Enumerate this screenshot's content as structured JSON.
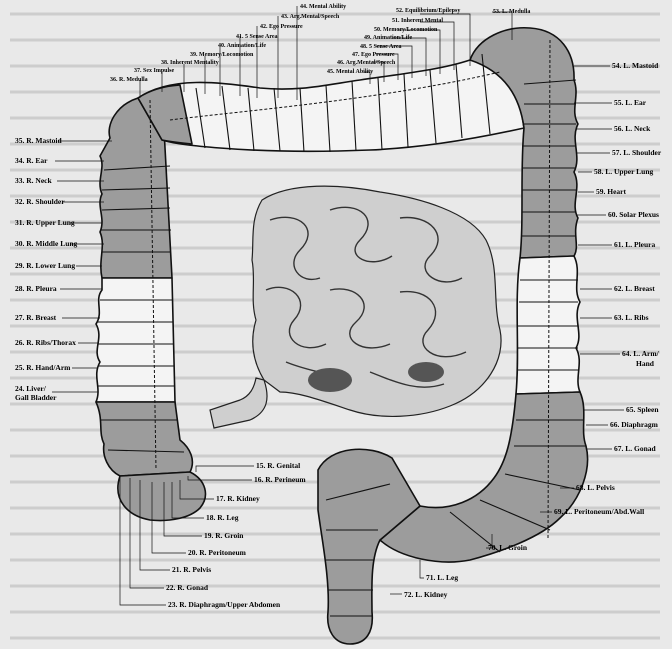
{
  "diagram": {
    "colors": {
      "grey_zone": "#9c9c9c",
      "white_zone": "#f4f4f4",
      "outline": "#111111",
      "small_intestine": "#cfcfcf",
      "background": "#e9e9e9"
    },
    "top_labels": [
      "44. Mental Ability",
      "43. Arg.Mental/Speech",
      "42. Ego Pressure",
      "41. 5 Sense Area",
      "40. Animation/Life",
      "39. Memory/Locomotion",
      "38. Inherent Mentality",
      "37. Sex Impulse",
      "36. R. Medulla",
      "52. Equilibrium/Epilepsy",
      "53. L. Medulla",
      "51. Inherent Mental",
      "50. Memory/Locomotion",
      "49. Animation/Life",
      "48. 5 Sense Area",
      "47. Ego Pressure",
      "46. Arg.Mental/Speech",
      "45. Mental Ability"
    ],
    "left_labels": [
      "35. R. Mastoid",
      "34. R. Ear",
      "33. R. Neck",
      "32. R. Shoulder",
      "31. R. Upper Lung",
      "30. R. Middle Lung",
      "29. R. Lower Lung",
      "28. R. Pleura",
      "27. R. Breast",
      "26. R. Ribs/Thorax",
      "25. R. Hand/Arm",
      "24. Liver/",
      "Gall Bladder"
    ],
    "right_labels": [
      "54. L. Mastoid",
      "55. L. Ear",
      "56. L. Neck",
      "57. L. Shoulder",
      "58. L. Upper Lung",
      "59. Heart",
      "60. Solar Plexus",
      "61. L. Pleura",
      "62. L. Breast",
      "63. L. Ribs",
      "64. L. Arm/",
      "Hand",
      "65. Spleen",
      "66. Diaphragm",
      "67. L. Gonad",
      "68. L. Pelvis",
      "69. L. Peritoneum/Abd.Wall",
      "70. L. Groin",
      "71. L. Leg",
      "72. L. Kidney"
    ],
    "bottom_left_labels": [
      "15. R. Genital",
      "16. R. Perineum",
      "17. R. Kidney",
      "18. R. Leg",
      "19. R. Groin",
      "20. R. Peritoneum",
      "21. R. Pelvis",
      "22. R. Gonad",
      "23. R. Diaphragm/Upper Abdomen"
    ]
  }
}
